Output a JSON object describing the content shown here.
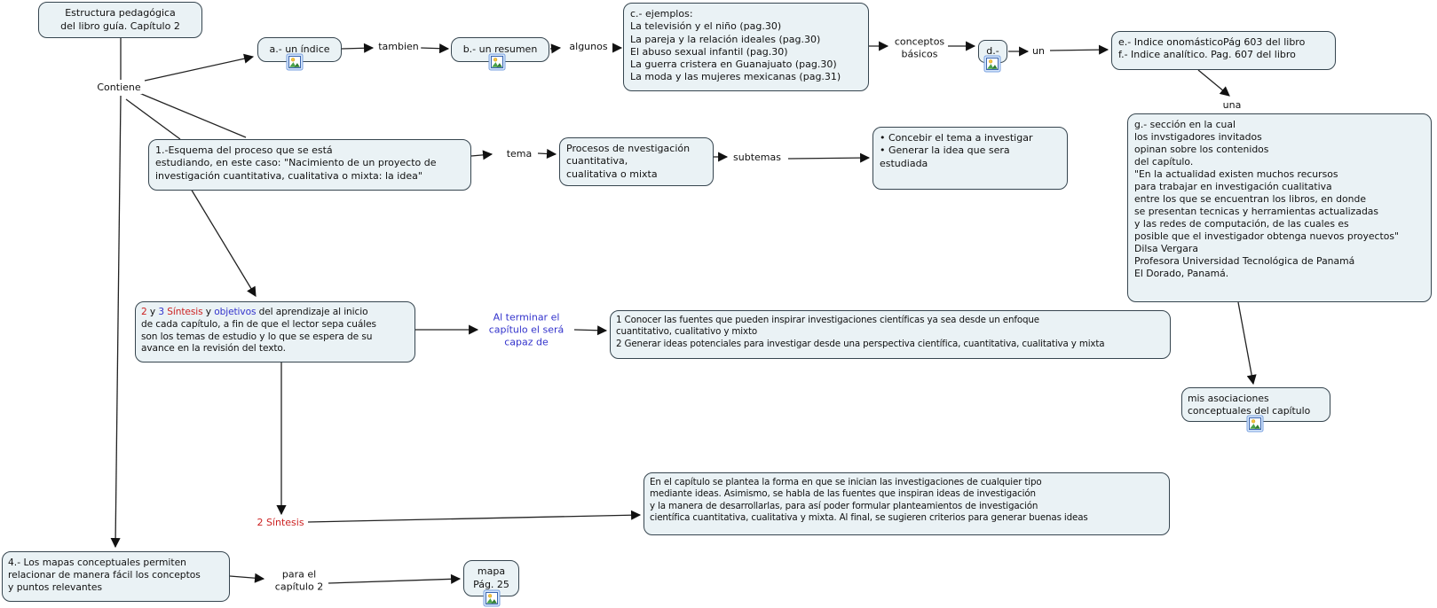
{
  "colors": {
    "box_fill": "#eaf2f5",
    "box_border": "#36454f",
    "line": "#1a1a1a",
    "red_text": "#cc2222",
    "blue_text": "#3333cc"
  },
  "concepts": {
    "root": {
      "text": "Estructura pedagógica\ndel libro guía. Capítulo 2"
    },
    "indice": {
      "text": "a.- un índice",
      "icon": "image-resource"
    },
    "resumen": {
      "text": "b.- un resumen",
      "icon": "image-resource"
    },
    "ejemplos": {
      "text": "c.- ejemplos:\nLa televisión y el niño (pag.30)\nLa pareja y la relación ideales (pag.30)\nEl abuso sexual infantil (pag.30)\nLa guerra cristera en Guanajuato (pag.30)\nLa moda y las mujeres mexicanas (pag.31)"
    },
    "d": {
      "text": "d.-",
      "icon": "image-resource"
    },
    "indices_ef": {
      "text": "e.- Indice onomásticoPág 603 del libro\nf.- Indice analítico. Pag. 607 del libro"
    },
    "seccion_g": {
      "text": "g.- sección en la cual\nlos invstigadores invitados\nopinan sobre los contenidos\ndel capítulo.\n\"En la actualidad existen muchos recursos\npara trabajar en investigación cualitativa\nentre los que se encuentran los libros, en donde\nse presentan tecnicas y herramientas actualizadas\ny las redes de computación, de las cuales es\nposible que el investigador obtenga nuevos proyectos\"\nDilsa Vergara\nProfesora Universidad Tecnológica de Panamá\nEl Dorado, Panamá."
    },
    "asociaciones": {
      "text": "mis asociaciones\nconceptuales del capítulo",
      "icon": "image-resource"
    },
    "esquema": {
      "text": "1.-Esquema del proceso que se está\nestudiando, en este caso: \"Nacimiento de un proyecto de\ninvestigación cuantitativa, cualitativa o mixta: la idea\""
    },
    "procesos": {
      "text": "Procesos de nvestigación\ncuantitativa,\ncualitativa o mixta"
    },
    "concebir": {
      "text": "• Concebir el tema a investigar\n• Generar la idea que sera\nestudiada"
    },
    "sintesis_objetivos": {
      "segments": [
        {
          "text": "2",
          "color": "red"
        },
        {
          "text": " y ",
          "color": "default"
        },
        {
          "text": "3",
          "color": "blue"
        },
        {
          "text": "  Síntesis",
          "color": "red"
        },
        {
          "text": " y ",
          "color": "default"
        },
        {
          "text": "objetivos",
          "color": "blue"
        },
        {
          "text": " del aprendizaje al inicio\nde cada capítulo, a fin de que el lector sepa cuáles\nson los temas de estudio y lo que se espera de su\navance en la revisión del texto.",
          "color": "default"
        }
      ]
    },
    "objetivos_lista": {
      "text": "1 Conocer las fuentes que pueden inspirar investigaciones científicas ya sea desde un enfoque\ncuantitativo, cualitativo y mixto\n2 Generar ideas potenciales para investigar desde una perspectiva científica, cuantitativa, cualitativa y mixta"
    },
    "sintesis_texto": {
      "text": "En el capítulo se plantea la forma en que se inician las investigaciones de cualquier tipo\nmediante ideas. Asimismo, se habla de las fuentes que inspiran ideas de investigación\ny la manera de desarrollarlas, para así poder formular planteamientos de investigación\ncientífica cuantitativa, cualitativa y mixta. Al final, se sugieren criterios para generar buenas ideas"
    },
    "mapas": {
      "text": "4.- Los mapas conceptuales permiten\nrelacionar de manera fácil los conceptos\ny puntos relevantes"
    },
    "mapa_recurso": {
      "text": "mapa\nPág. 25",
      "icon": "image-resource"
    }
  },
  "linking_phrases": {
    "contiene": "Contiene",
    "tambien": "tambien",
    "algunos": "algunos",
    "conceptos_basicos": "conceptos\nbásicos",
    "un": "un",
    "una": "una",
    "tema": "tema",
    "subtemas": "subtemas",
    "al_terminar": "Al terminar el\ncapítulo el será\ncapaz de",
    "sintesis_2": "2 Síntesis",
    "para_el": "para el\ncapítulo 2"
  }
}
